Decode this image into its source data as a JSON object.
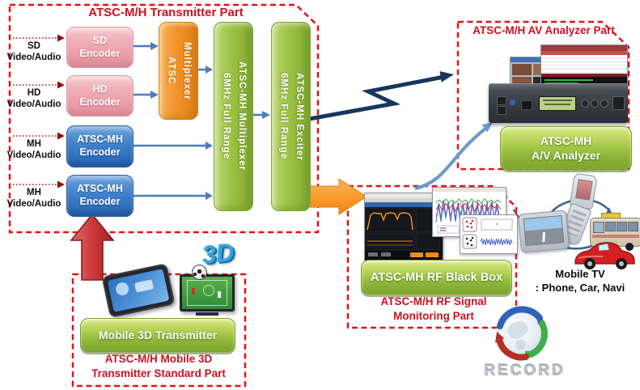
{
  "colors": {
    "dashed_border_red": "#e0151c",
    "title_red": "#cf1020",
    "green_block": "#9cc242",
    "orange_block": "#f09428",
    "blue_block": "#3a7cc9",
    "pink_block": "#eda4ad",
    "navy_arrow": "#17365d",
    "orange_arrow": "#f9a02b",
    "red_arrow": "#c63434",
    "small_arrow_blue": "#4a7ebb"
  },
  "transmitter": {
    "title": "ATSC-M/H Transmitter Part",
    "inputs": [
      {
        "l1": "SD",
        "l2": "Video/Audio"
      },
      {
        "l1": "HD",
        "l2": "Video/Audio"
      },
      {
        "l1": "MH",
        "l2": "Video/Audio"
      },
      {
        "l1": "MH",
        "l2": "Video/Audio"
      }
    ],
    "blocks": {
      "sd": {
        "l1": "SD",
        "l2": "Encoder"
      },
      "hd": {
        "l1": "HD",
        "l2": "Encoder"
      },
      "mh1": {
        "l1": "ATSC-MH",
        "l2": "Encoder"
      },
      "mh2": {
        "l1": "ATSC-MH",
        "l2": "Encoder"
      },
      "mux": {
        "l1": "ATSC",
        "l2": "Multiplexer"
      },
      "fullmux": {
        "l1": "6MHz Full Range",
        "l2": "ATSC-MH Multiplexer"
      },
      "exciter": {
        "l1": "6MHz Full Range",
        "l2": "ATSC-MH Exciter"
      }
    }
  },
  "av_analyzer": {
    "title": "ATSC-M/H AV Analyzer Part",
    "button_l1": "ATSC-MH",
    "button_l2": "A/V Analyzer"
  },
  "rf_monitoring": {
    "button": "ATSC-MH RF Black Box",
    "title_l1": "ATSC-M/H RF Signal",
    "title_l2": "Monitoring Part"
  },
  "mobile3d": {
    "button": "Mobile 3D Transmitter",
    "title_l1": "ATSC-M/H Mobile 3D",
    "title_l2": "Transmitter Standard Part",
    "logo": "3D"
  },
  "mobile_tv": {
    "l1": "Mobile TV",
    "l2": ": Phone, Car, Navi"
  },
  "record": {
    "label": "RECORD"
  }
}
